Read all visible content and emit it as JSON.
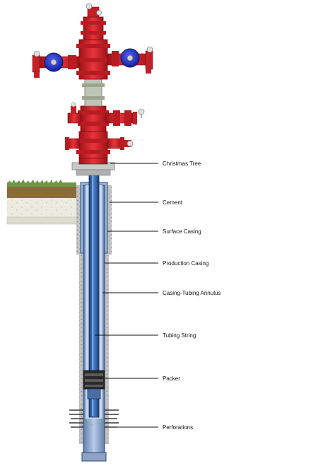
{
  "colors": {
    "tree_red": "#d9232a",
    "tree_red_dark": "#a3141a",
    "valve_blue": "#2233cc",
    "casing_blue": "#6f8fbf",
    "tubing_blue": "#2d5fa8",
    "cement_gray": "#b8b8b8",
    "soil_brown": "#8a6a3a",
    "grass_green": "#5f8f3a",
    "ground_fill": "#e8e6d8",
    "leader_line": "#111111"
  },
  "labels": {
    "christmas_tree": "Christmas Tree",
    "cement": "Cement",
    "surface_casing": "Surface Casing",
    "production_casing": "Production Casing",
    "annulus": "Casing-Tubing Annulus",
    "tubing_string": "Tubing String",
    "packer": "Packer",
    "perforations": "Perforations"
  }
}
